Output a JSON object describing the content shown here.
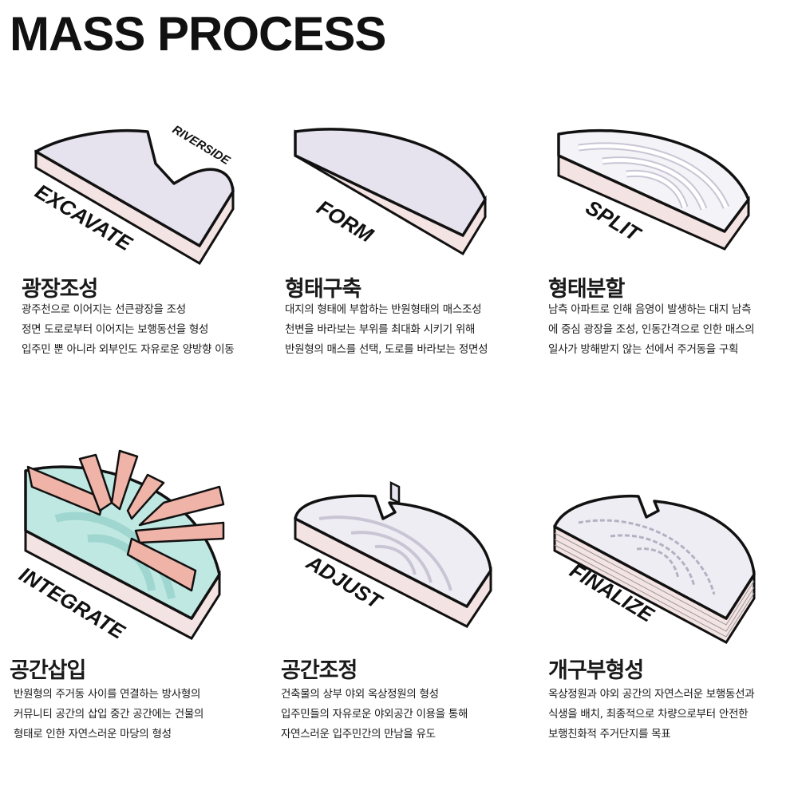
{
  "title": "MASS PROCESS",
  "colors": {
    "top_face": "#e6e2ee",
    "side_face": "#f3e3e2",
    "outline": "#111111",
    "insert_pink": "#f0b3a8",
    "insert_mint": "#bfe8e2"
  },
  "steps": [
    {
      "label": "EXCAVATE",
      "sublabel": "RIVERSIDE",
      "heading": "광장조성",
      "lines": [
        "광주천으로 이어지는 선큰광장을 조성",
        "정면 도로로부터 이어지는 보행동선을 형성",
        "입주민 뿐 아니라 외부인도 자유로운 양방향 이동"
      ]
    },
    {
      "label": "FORM",
      "heading": "형태구축",
      "lines": [
        "대지의 형태에 부합하는 반원형태의 매스조성",
        "천변을 바라보는 부위를 최대화 시키기 위해",
        "반원형의 매스를 선택, 도로를 바라보는 정면성"
      ]
    },
    {
      "label": "SPLIT",
      "heading": "형태분할",
      "lines": [
        "남측 아파트로 인해 음영이 발생하는 대지 남측",
        "에 중심 광장을 조성, 인동간격으로 인한 매스의",
        "일사가 방해받지 않는 선에서 주거동을 구획"
      ]
    },
    {
      "label": "INTEGRATE",
      "heading": "공간삽입",
      "lines": [
        "반원형의 주거동 사이를 연결하는 방사형의",
        "커뮤니티 공간의 삽입 중간 공간에는 건물의",
        "형태로 인한 자연스러운 마당의 형성"
      ]
    },
    {
      "label": "ADJUST",
      "heading": "공간조정",
      "lines": [
        "건축물의 상부 야외 옥상정원의 형성",
        "입주민들의 자유로운 야외공간 이용을 통해",
        "자연스러운 입주민간의 만남을 유도"
      ]
    },
    {
      "label": "FINALIZE",
      "heading": "개구부형성",
      "lines": [
        "옥상정원과 야외 공간의 자연스러운 보행동선과",
        "식생을 배치, 최종적으로 차량으로부터 안전한",
        "보행친화적 주거단지를 목표"
      ]
    }
  ]
}
